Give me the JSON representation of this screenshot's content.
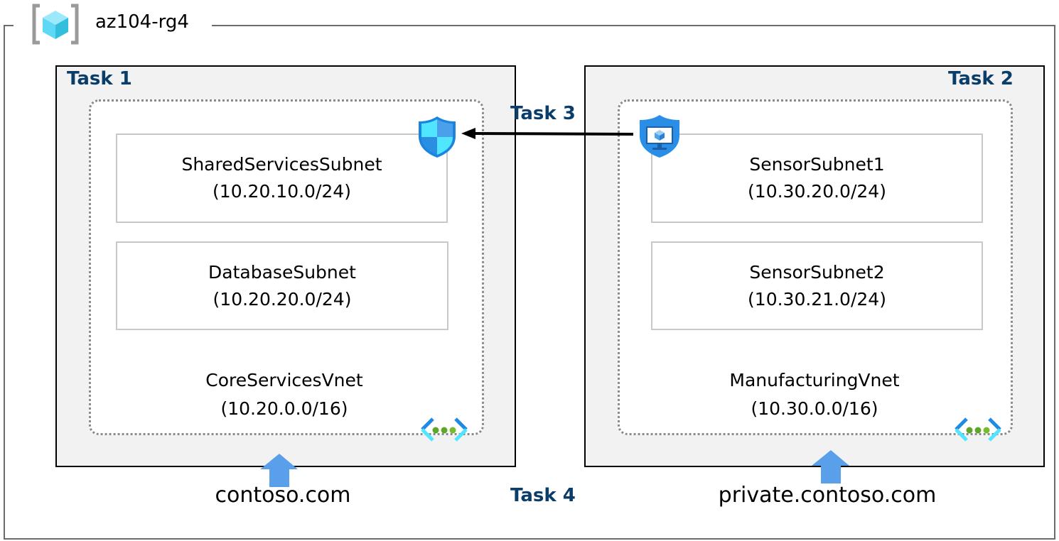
{
  "resource_group": {
    "name": "az104-rg4",
    "icon": "resource-group-icon"
  },
  "tasks": {
    "task1": "Task 1",
    "task2": "Task 2",
    "task3": "Task 3",
    "task4": "Task 4"
  },
  "vnets": [
    {
      "name": "CoreServicesVnet",
      "cidr": "(10.20.0.0/16)",
      "subnets": [
        {
          "name": "SharedServicesSubnet",
          "cidr": "(10.20.10.0/24)"
        },
        {
          "name": "DatabaseSubnet",
          "cidr": "(10.20.20.0/24)"
        }
      ],
      "dns_zone": "contoso.com"
    },
    {
      "name": "ManufacturingVnet",
      "cidr": "(10.30.0.0/16)",
      "subnets": [
        {
          "name": "SensorSubnet1",
          "cidr": "(10.30.20.0/24)"
        },
        {
          "name": "SensorSubnet2",
          "cidr": "(10.30.21.0/24)"
        }
      ],
      "dns_zone": "private.contoso.com"
    }
  ],
  "colors": {
    "task_label": "#0b3d6b",
    "dns_arrow": "#5a9fea",
    "panel": "#f2f2f2"
  }
}
